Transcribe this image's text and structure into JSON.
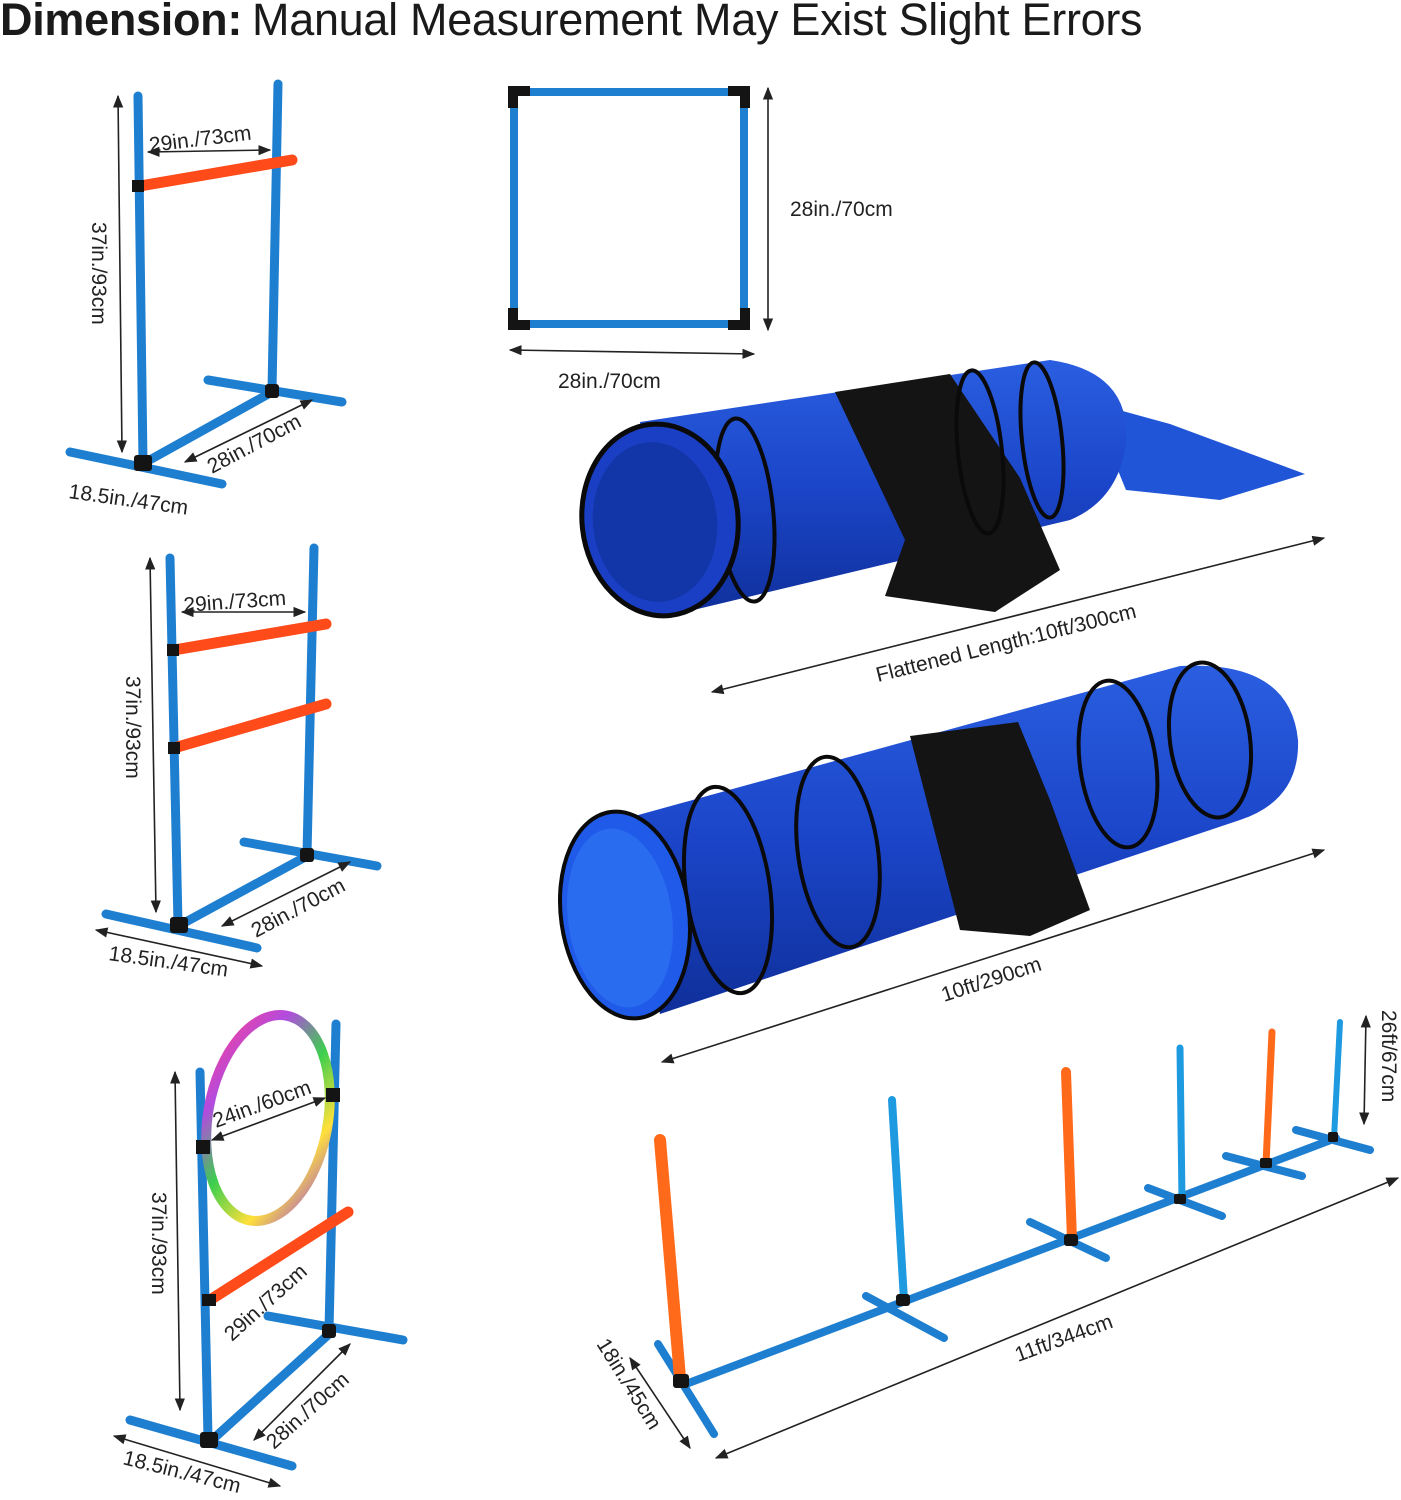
{
  "header": {
    "title_bold": "Dimension:",
    "title_rest": "Manual Measurement May Exist Slight Errors"
  },
  "jump_single": {
    "width": "29in./73cm",
    "height": "37in./93cm",
    "depth": "28in./70cm",
    "base": "18.5in./47cm"
  },
  "jump_double": {
    "width": "29in./73cm",
    "height": "37in./93cm",
    "depth": "28in./70cm",
    "base": "18.5in./47cm"
  },
  "hoop_jump": {
    "hoop": "24in./60cm",
    "bar": "29in./73cm",
    "height": "37in./93cm",
    "depth": "28in./70cm",
    "base": "18.5in./47cm"
  },
  "pause_box": {
    "height": "28in./70cm",
    "width": "28in./70cm"
  },
  "tunnel_chute": {
    "length": "Flattened Length:10ft/300cm"
  },
  "tunnel": {
    "length": "10ft/290cm"
  },
  "weave_poles": {
    "pole_height": "26ft/67cm",
    "length": "11ft/344cm",
    "base": "18in./45cm"
  },
  "colors": {
    "pole_blue": "#1e7fd0",
    "bar_orange": "#ff4a1a",
    "tunnel_blue": "#1846c8",
    "chute_black": "#141414"
  }
}
